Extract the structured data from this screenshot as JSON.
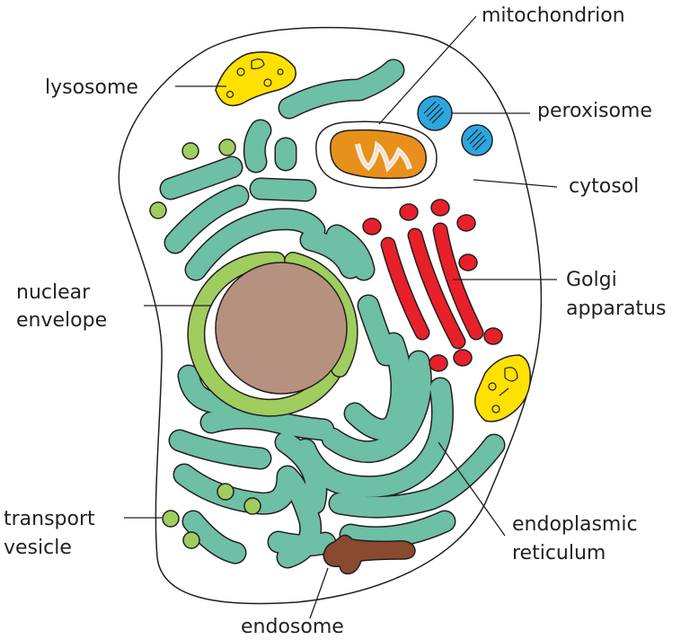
{
  "labels": {
    "mitochondrion": "mitochondrion",
    "lysosome": "lysosome",
    "peroxisome": "peroxisome",
    "cytosol": "cytosol",
    "nuclear_envelope_line1": "nuclear",
    "nuclear_envelope_line2": "envelope",
    "golgi_line1": "Golgi",
    "golgi_line2": "apparatus",
    "transport_vesicle_line1": "transport",
    "transport_vesicle_line2": "vesicle",
    "er_line1": "endoplasmic",
    "er_line2": "reticulum",
    "endosome": "endosome"
  },
  "colors": {
    "er": "#6dbfa6",
    "nuclear_envelope": "#9fcd5e",
    "nucleus": "#b6917f",
    "golgi": "#e8202a",
    "lysosome": "#ffe100",
    "peroxisome": "#2aa7df",
    "mitochondrion": "#e8901c",
    "endosome": "#8a4a2f",
    "vesicle": "#9fcd5e",
    "outline": "#231f20"
  }
}
